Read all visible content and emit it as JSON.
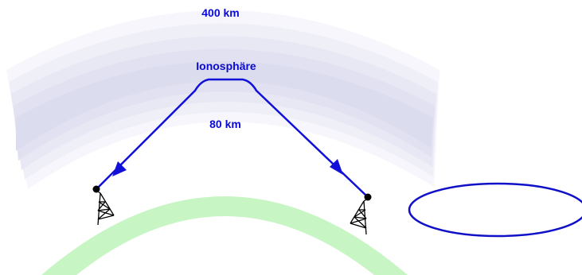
{
  "labels": {
    "top_altitude": "400 km",
    "layer_name": "Ionosphäre",
    "bottom_altitude": "80 km"
  },
  "colors": {
    "ray": "#1010d8",
    "ground": "#c8f5c4",
    "ionosphere_band_1": "#f5f5fb",
    "ionosphere_band_2": "#ededf7",
    "ionosphere_band_3": "#e6e6f3",
    "ionosphere_band_4": "#dedef0",
    "ionosphere_band_5": "#e4e4f3",
    "ionosphere_band_6": "#eeeef8",
    "ellipse_stroke": "#1010c8"
  },
  "icons": {
    "transmitter": "radio-tower-icon",
    "receiver": "radio-tower-icon"
  }
}
